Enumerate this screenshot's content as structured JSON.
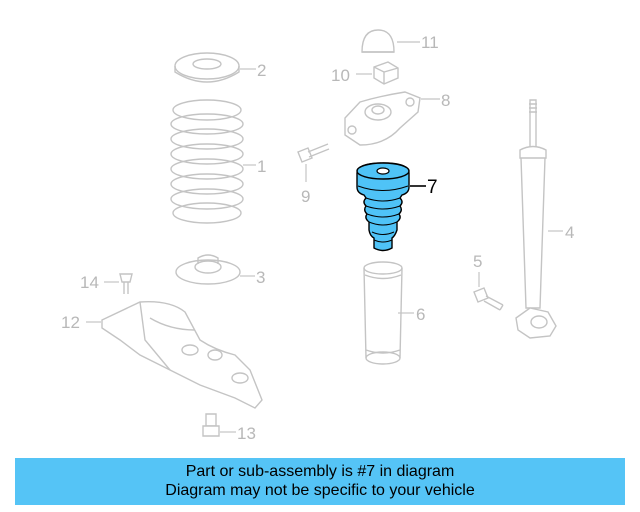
{
  "diagram": {
    "highlight_color": "#4fc3f7",
    "line_color": "#c4c4c4",
    "callouts": [
      "1",
      "2",
      "3",
      "4",
      "5",
      "6",
      "7",
      "8",
      "9",
      "10",
      "11",
      "12",
      "13",
      "14"
    ],
    "highlighted_callout": "7"
  },
  "banner": {
    "line1": "Part or sub-assembly is #7 in diagram",
    "line2": "Diagram may not be specific to your vehicle",
    "background": "#55c4f6"
  }
}
